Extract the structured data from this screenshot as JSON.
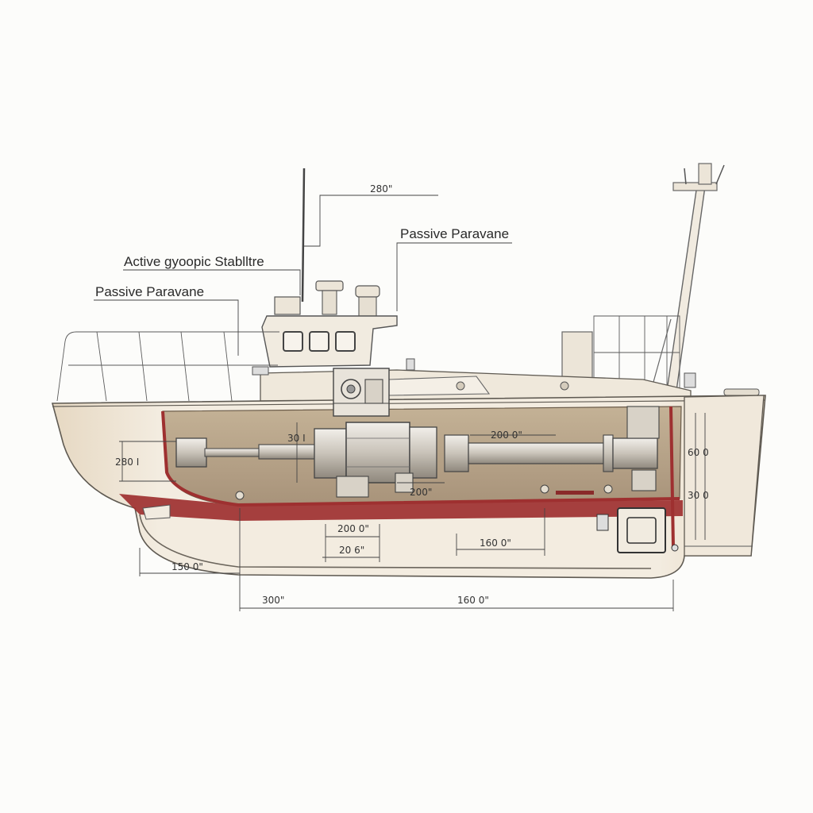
{
  "labels": {
    "active_stabilizer": "Active gyoopic Stablltre",
    "passive_paravane_left": "Passive Paravane",
    "passive_paravane_right": "Passive Paravane"
  },
  "dimensions": {
    "top": "280\"",
    "left_vertical": "280 I",
    "engine_vertical": "30 I",
    "shaft_upper": "200 0\"",
    "shaft_lower": "200\"",
    "stern_vertical_1": "60 0",
    "stern_vertical_2": "30 0",
    "keel_1": "200 0\"",
    "keel_2": "20 6\"",
    "mid": "160 0\"",
    "bow_run": "150 0\"",
    "overall_left": "300\"",
    "overall_right": "160 0\""
  },
  "colors": {
    "hull": "#efe6d6",
    "hull_shade": "#e3d6c0",
    "interior": "#b8a58a",
    "boot_stripe": "#9e3030",
    "machinery": "#d9d4cc",
    "line": "#5f5a52"
  }
}
